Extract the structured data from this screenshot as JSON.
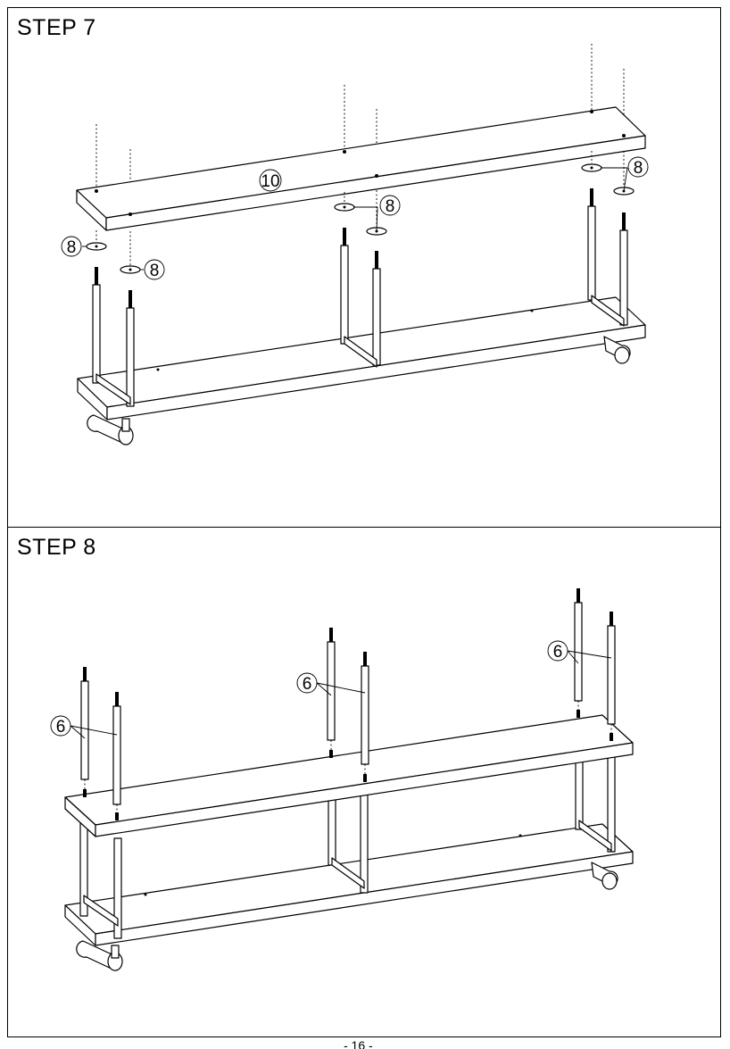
{
  "steps": [
    {
      "title": "STEP 7",
      "callouts": {
        "board": "10",
        "washer": "8"
      }
    },
    {
      "title": "STEP 8",
      "callouts": {
        "post": "6"
      }
    }
  ],
  "footer": {
    "page_number": "- 16 -"
  }
}
